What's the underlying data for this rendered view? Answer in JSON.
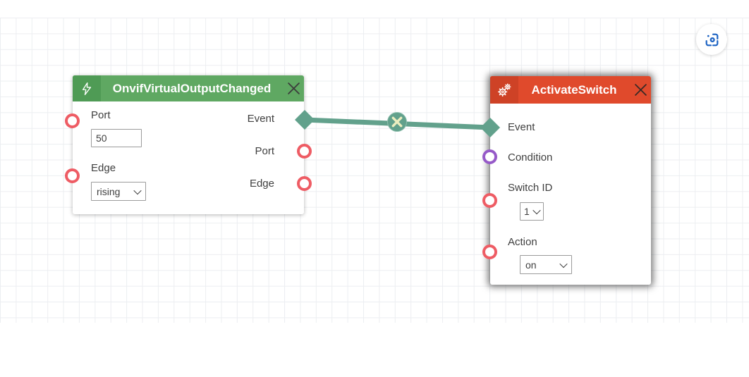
{
  "editor": {
    "center_view_icon": "center-focus-icon",
    "accent_blue": "#1b62c3",
    "grid_line_color": "#eceef1"
  },
  "connection": {
    "from": "OnvifVirtualOutputChanged.Event",
    "to": "ActivateSwitch.Event",
    "color": "#62a18c",
    "delete_icon": "x-icon",
    "delete_icon_color": "#eceebf"
  },
  "port_colors": {
    "trigger_red": "#ee5c64",
    "condition_purple": "#965ac8",
    "event_teal": "#62a18c"
  },
  "nodes": {
    "onvif": {
      "title": "OnvifVirtualOutputChanged",
      "header_color": "#5fa862",
      "header_icon_bg": "#4f9b55",
      "header_icon": "lightning-icon",
      "close_icon": "x-icon",
      "ports_in": {
        "port": "Port",
        "edge": "Edge"
      },
      "fields": {
        "port_value": "50",
        "edge_value": "rising"
      },
      "ports_out": {
        "event": "Event",
        "port": "Port",
        "edge": "Edge"
      }
    },
    "activate": {
      "title": "ActivateSwitch",
      "header_color": "#e04a2c",
      "header_icon_bg": "#ce4226",
      "header_icon": "gears-icon",
      "close_icon": "x-icon",
      "ports_in": {
        "event": "Event",
        "condition": "Condition",
        "switch_id": "Switch ID",
        "action": "Action"
      },
      "fields": {
        "switch_id_value": "1",
        "action_value": "on"
      }
    }
  }
}
